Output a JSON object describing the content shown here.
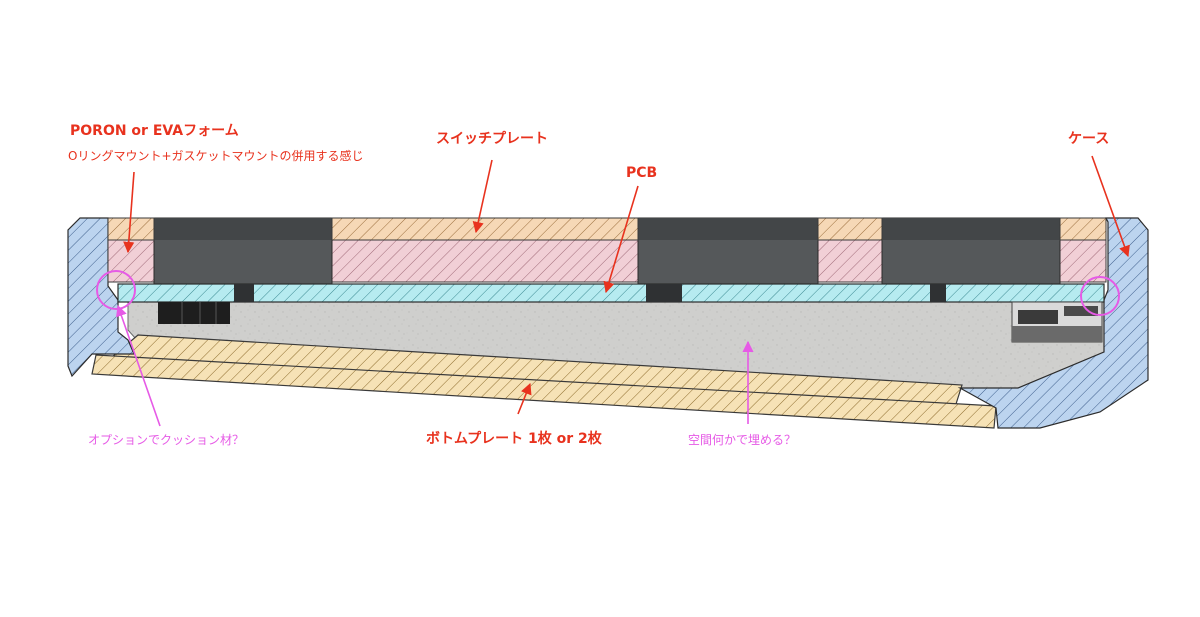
{
  "labels": {
    "foam_title": "PORON or EVAフォーム",
    "foam_note": "Oリングマウント+ガスケットマウントの併用する感じ",
    "switch_plate": "スイッチプレート",
    "pcb": "PCB",
    "case": "ケース",
    "cushion_option": "オプションでクッション材？",
    "bottom_plate": "ボトムプレート 1枚 or 2枚",
    "gap_fill": "空間何かで埋める？"
  },
  "colors": {
    "label_red": "#e8321e",
    "label_magenta": "#e65ae6",
    "case_fill": "#bcd4ef",
    "pcb_fill": "#b6ebf0",
    "switch_plate_fill": "#f6d8b6",
    "foam_fill": "#f1cfd6",
    "bottom_plate_fill": "#f6e2b6",
    "cavity_fill": "#cfcfcd",
    "switch_fill": "#55585a"
  }
}
